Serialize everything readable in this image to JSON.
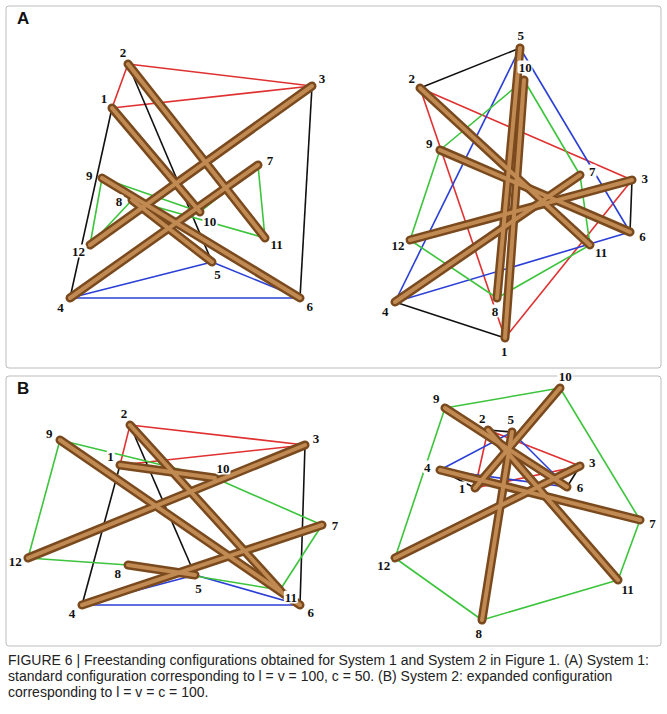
{
  "diagram": {
    "caption": "FIGURE 6 | Freestanding configurations obtained for System 1 and System 2 in Figure 1. (A) System 1: standard configuration corresponding to l = v = 100, c = 50. (B) System 2: expanded configuration corresponding to l = v = c = 100.",
    "labels": [
      "A",
      "1",
      "2",
      "3",
      "4",
      "5",
      "6",
      "7",
      "8",
      "9",
      "10",
      "11",
      "12",
      "1",
      "2",
      "3",
      "4",
      "5",
      "6",
      "7",
      "8",
      "9",
      "10",
      "11",
      "12",
      "B",
      "1",
      "2",
      "3",
      "4",
      "5",
      "6",
      "7",
      "8",
      "9",
      "10",
      "11",
      "12",
      "1",
      "2",
      "3",
      "4",
      "5",
      "6",
      "7",
      "8",
      "9",
      "10",
      "11",
      "12"
    ]
  }
}
